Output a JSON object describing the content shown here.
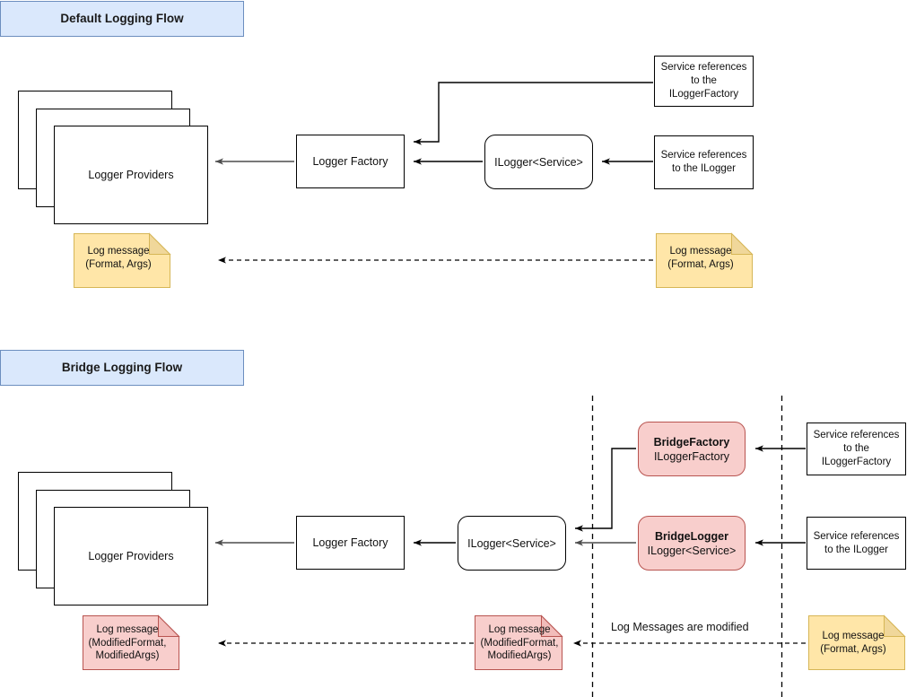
{
  "diagram": {
    "title_default": "Default Logging Flow",
    "title_bridge": "Bridge Logging Flow",
    "colors": {
      "header_fill": "#dae8fc",
      "header_stroke": "#6c8ebf",
      "note_yellow_fill": "#ffe6a8",
      "note_yellow_stroke": "#d6b656",
      "note_pink_fill": "#f8cecc",
      "note_pink_stroke": "#b85450",
      "box_stroke": "#000000",
      "arrow_gray": "#4d4d4d"
    }
  },
  "default_flow": {
    "logger_providers": "Logger Providers",
    "logger_factory": "Logger Factory",
    "ilogger_service": "ILogger<Service>",
    "svc_ref_factory_l1": "Service references",
    "svc_ref_factory_l2": "to the",
    "svc_ref_factory_l3": "ILoggerFactory",
    "svc_ref_logger_l1": "Service references",
    "svc_ref_logger_l2": "to the ILogger",
    "note_left_l1": "Log message",
    "note_left_l2": "(Format, Args)",
    "note_right_l1": "Log message",
    "note_right_l2": "(Format, Args)"
  },
  "bridge_flow": {
    "logger_providers": "Logger Providers",
    "logger_factory": "Logger Factory",
    "ilogger_service": "ILogger<Service>",
    "bridge_factory_title": "BridgeFactory",
    "bridge_factory_sub": "ILoggerFactory",
    "bridge_logger_title": "BridgeLogger",
    "bridge_logger_sub": "ILogger<Service>",
    "svc_ref_factory_l1": "Service references",
    "svc_ref_factory_l2": "to the",
    "svc_ref_factory_l3": "ILoggerFactory",
    "svc_ref_logger_l1": "Service references",
    "svc_ref_logger_l2": "to the ILogger",
    "modified_label": "Log Messages are modified",
    "note_left_l1": "Log message",
    "note_left_l2": "(ModifiedFormat,",
    "note_left_l3": "ModifiedArgs)",
    "note_mid_l1": "Log message",
    "note_mid_l2": "(ModifiedFormat,",
    "note_mid_l3": "ModifiedArgs)",
    "note_right_l1": "Log message",
    "note_right_l2": "(Format, Args)"
  }
}
